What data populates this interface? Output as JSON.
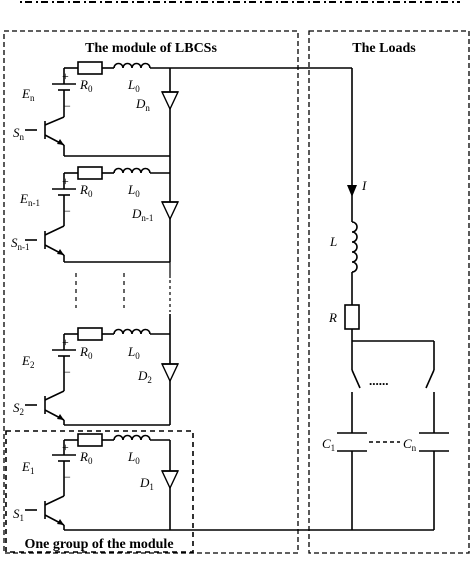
{
  "diagram": {
    "module_title": "The module of LBCSs",
    "loads_title": "The Loads",
    "group_label": "One group of the module",
    "ellipsis": "......",
    "groups": [
      {
        "E": "E",
        "E_sub": "n",
        "S": "S",
        "S_sub": "n",
        "R": "R",
        "R_sub": "0",
        "L": "L",
        "L_sub": "0",
        "D": "D",
        "D_sub": "n"
      },
      {
        "E": "E",
        "E_sub": "n-1",
        "S": "S",
        "S_sub": "n-1",
        "R": "R",
        "R_sub": "0",
        "L": "L",
        "L_sub": "0",
        "D": "D",
        "D_sub": "n-1"
      },
      {
        "E": "E",
        "E_sub": "2",
        "S": "S",
        "S_sub": "2",
        "R": "R",
        "R_sub": "0",
        "L": "L",
        "L_sub": "0",
        "D": "D",
        "D_sub": "2"
      },
      {
        "E": "E",
        "E_sub": "1",
        "S": "S",
        "S_sub": "1",
        "R": "R",
        "R_sub": "0",
        "L": "L",
        "L_sub": "0",
        "D": "D",
        "D_sub": "1"
      }
    ],
    "load": {
      "current": "I",
      "inductor": "L",
      "resistor": "R",
      "cap_first": "C",
      "cap_first_sub": "1",
      "cap_last": "C",
      "cap_last_sub": "n"
    }
  }
}
